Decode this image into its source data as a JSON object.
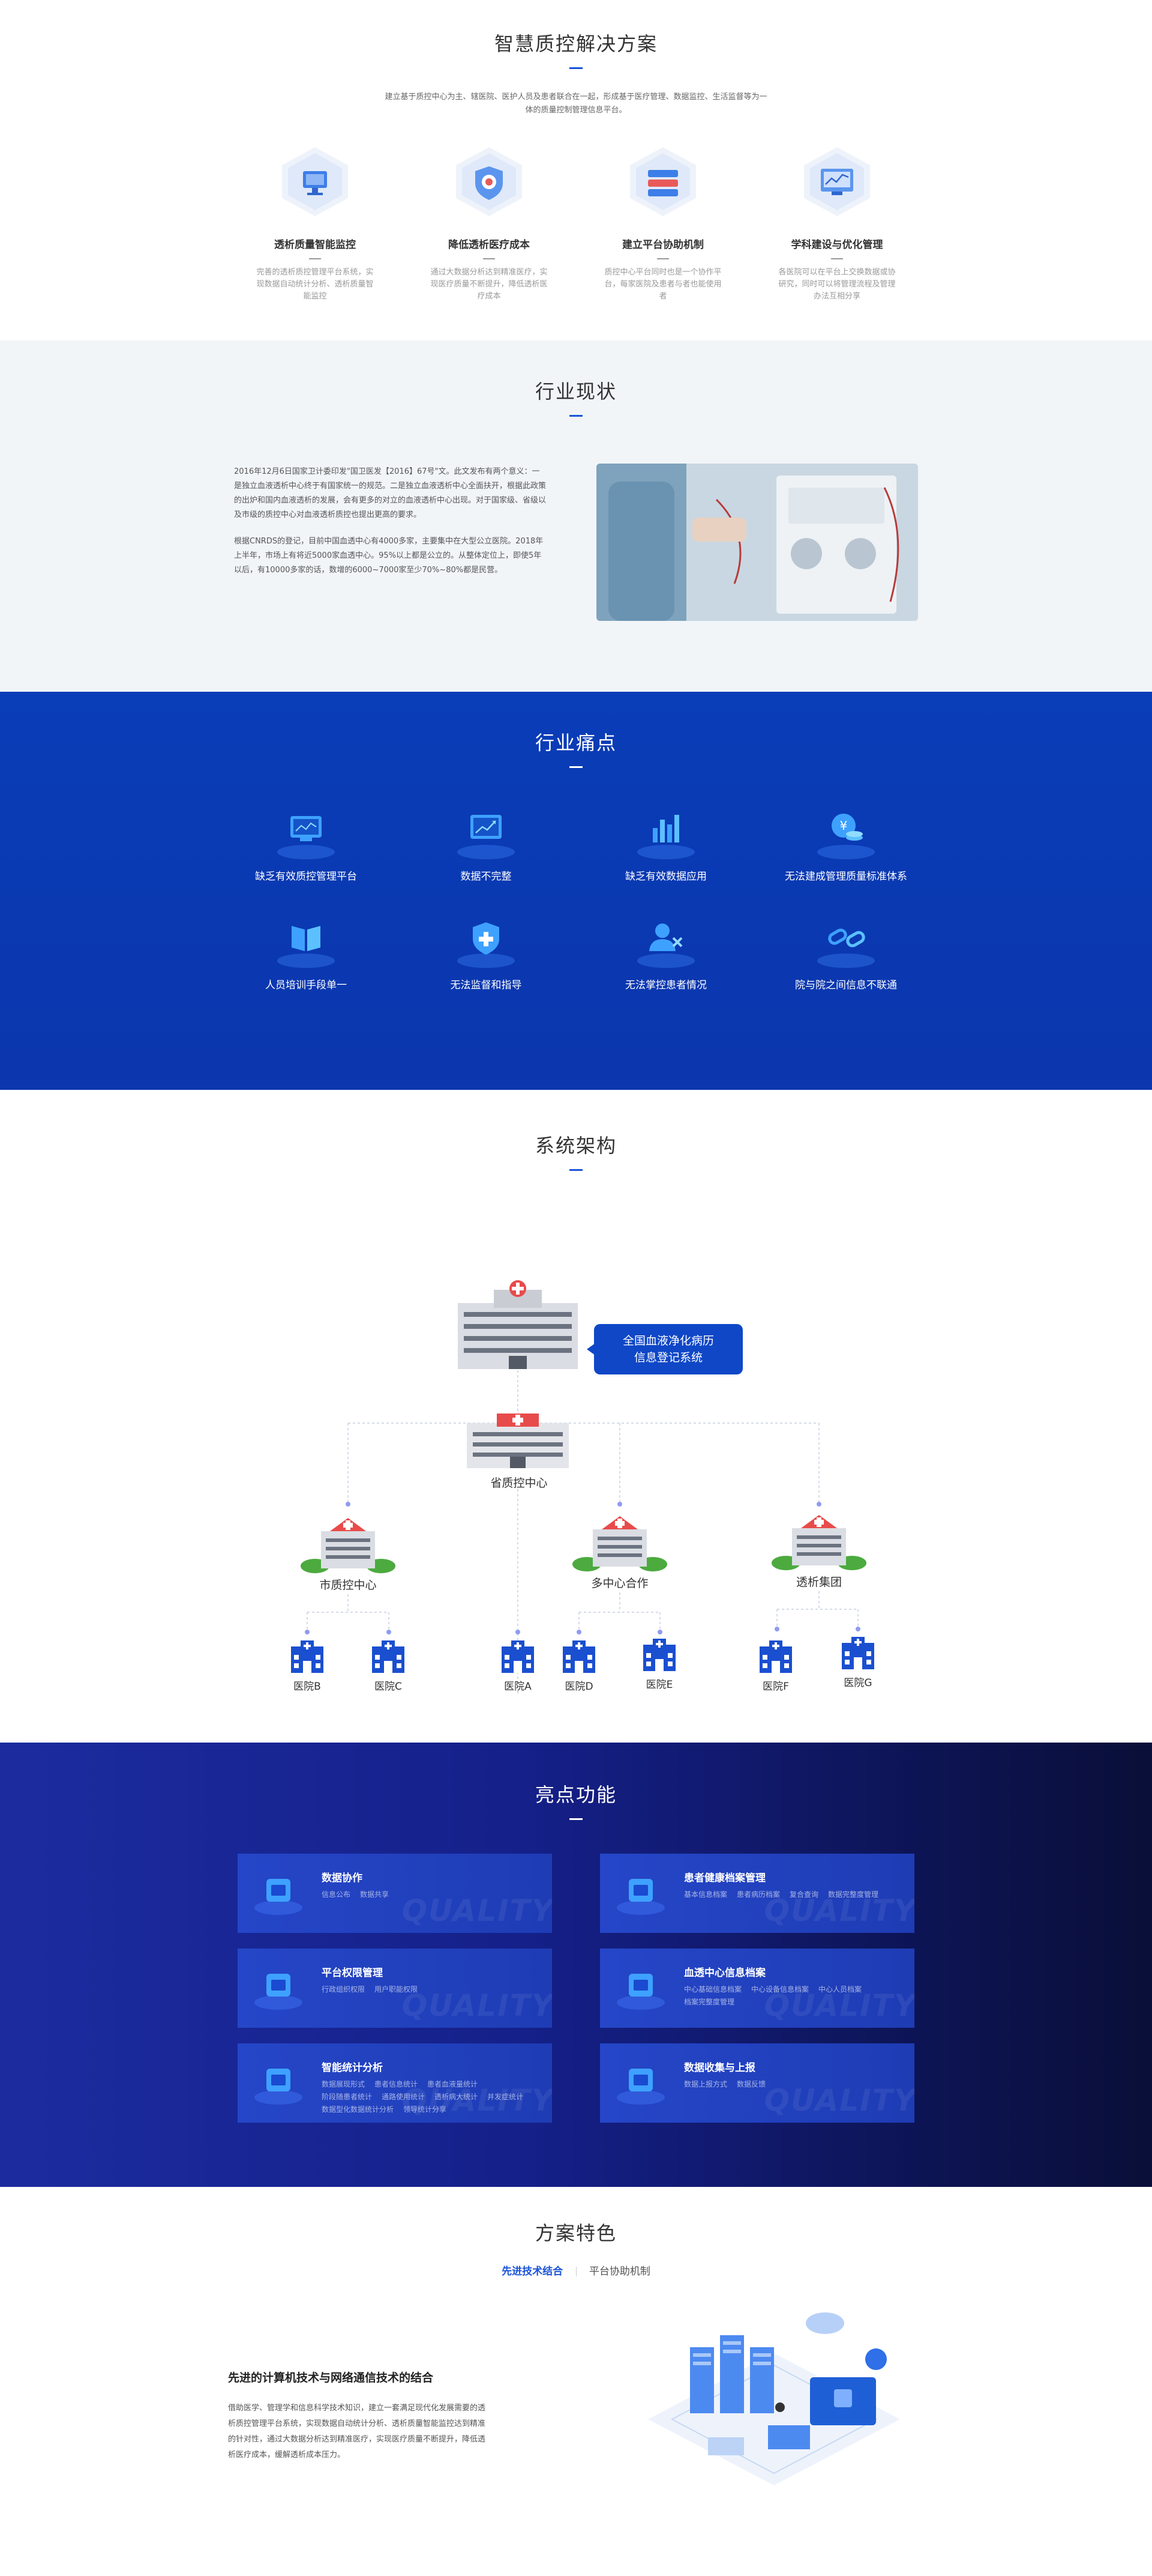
{
  "section1": {
    "title": "智慧质控解决方案",
    "intro": "建立基于质控中心为主、辖医院、医护人员及患者联合在一起，形成基于医疗管理、数据监控、生活监督等为一体的质量控制管理信息平台。",
    "features": [
      {
        "title": "透析质量智能监控",
        "desc": "完善的透析质控管理平台系统，实现数据自动统计分析、透析质量智能监控",
        "icon": "monitor-chart-icon"
      },
      {
        "title": "降低透析医疗成本",
        "desc": "通过大数据分析达到精准医疗，实现医疗质量不断提升，降低透析医疗成本",
        "icon": "shield-cost-icon"
      },
      {
        "title": "建立平台协助机制",
        "desc": "质控中心平台同时也是一个协作平台，每家医院及患者与者也能使用者",
        "icon": "platform-icon"
      },
      {
        "title": "学科建设与优化管理",
        "desc": "各医院可以在平台上交换数据或协研究，同时可以将管理流程及管理办法互相分享",
        "icon": "discipline-icon"
      }
    ]
  },
  "section2": {
    "title": "行业现状",
    "para1": "2016年12月6日国家卫计委印发\"国卫医发【2016】67号\"文。此文发布有两个意义：一是独立血液透析中心终于有国家统一的规范。二是独立血液透析中心全面扶开，根据此政策的出炉和国内血液透析的发展，会有更多的对立的血液透析中心出现。对于国家级、省级以及市级的质控中心对血液透析质控也提出更高的要求。",
    "para2": "根据CNRDS的登记，目前中国血透中心有4000多家，主要集中在大型公立医院。2018年上半年，市场上有将近5000家血透中心。95%以上都是公立的。从整体定位上，即使5年以后，有10000多家的话，数增的6000~7000家至少70%~80%都是民营。"
  },
  "section3": {
    "title": "行业痛点",
    "items": [
      {
        "label": "缺乏有效质控管理平台",
        "icon": "monitor-icon"
      },
      {
        "label": "数据不完整",
        "icon": "trend-chart-icon"
      },
      {
        "label": "缺乏有效数据应用",
        "icon": "bar-chart-icon"
      },
      {
        "label": "无法建成管理质量标准体系",
        "icon": "coin-icon"
      },
      {
        "label": "人员培训手段单一",
        "icon": "book-icon"
      },
      {
        "label": "无法监督和指导",
        "icon": "shield-plus-icon"
      },
      {
        "label": "无法掌控患者情况",
        "icon": "user-x-icon"
      },
      {
        "label": "院与院之间信息不联通",
        "icon": "broken-link-icon"
      }
    ]
  },
  "section4": {
    "title": "系统架构",
    "top_bubble_line1": "全国血液净化病历",
    "top_bubble_line2": "信息登记系统",
    "province": "省质控中心",
    "city": "市质控中心",
    "multi": "多中心合作",
    "group": "透析集团",
    "hospitals": [
      "医院B",
      "医院C",
      "医院A",
      "医院D",
      "医院E",
      "医院F",
      "医院G"
    ]
  },
  "section5": {
    "title": "亮点功能",
    "watermark": "QUALITY",
    "cards": [
      {
        "title": "数据协作",
        "items": [
          "信息公布",
          "数据共享"
        ],
        "icon": "collab-icon"
      },
      {
        "title": "患者健康档案管理",
        "items": [
          "基本信息档案",
          "患者病历档案",
          "复合查询",
          "数据完整度管理"
        ],
        "icon": "patient-record-icon"
      },
      {
        "title": "平台权限管理",
        "items": [
          "行政组织权限",
          "用户职能权限"
        ],
        "icon": "lock-icon"
      },
      {
        "title": "血透中心信息档案",
        "items": [
          "中心基础信息档案",
          "中心设备信息档案",
          "中心人员档案",
          "档案完整度管理"
        ],
        "icon": "center-record-icon"
      },
      {
        "title": "智能统计分析",
        "items": [
          "数据展现形式",
          "患者信息统计",
          "患者血液量统计",
          "阶段随患者统计",
          "通路使用统计",
          "透析病大统计",
          "并发症统计",
          "数据型化数据统计分析",
          "领导统计分享"
        ],
        "icon": "stats-icon"
      },
      {
        "title": "数据收集与上报",
        "items": [
          "数据上报方式",
          "数据反馈"
        ],
        "icon": "upload-icon"
      }
    ]
  },
  "section6": {
    "title": "方案特色",
    "tabs": [
      "先进技术结合",
      "平台协助机制"
    ],
    "feature_title": "先进的计算机技术与网络通信技术的结合",
    "feature_desc": "借助医学、管理学和信息科学技术知识，建立一套满足现代化发展需要的透析质控管理平台系统，实现数据自动统计分析、透析质量智能监控达到精准的针对性，通过大数据分析达到精准医疗，实现医疗质量不断提升，降低透析医疗成本，缓解透析成本压力。"
  },
  "colors": {
    "primary": "#1a54d8",
    "pain_bg": "#0b3bb4",
    "highlight_bg": "#15208a",
    "bubble": "#0f47c7"
  }
}
